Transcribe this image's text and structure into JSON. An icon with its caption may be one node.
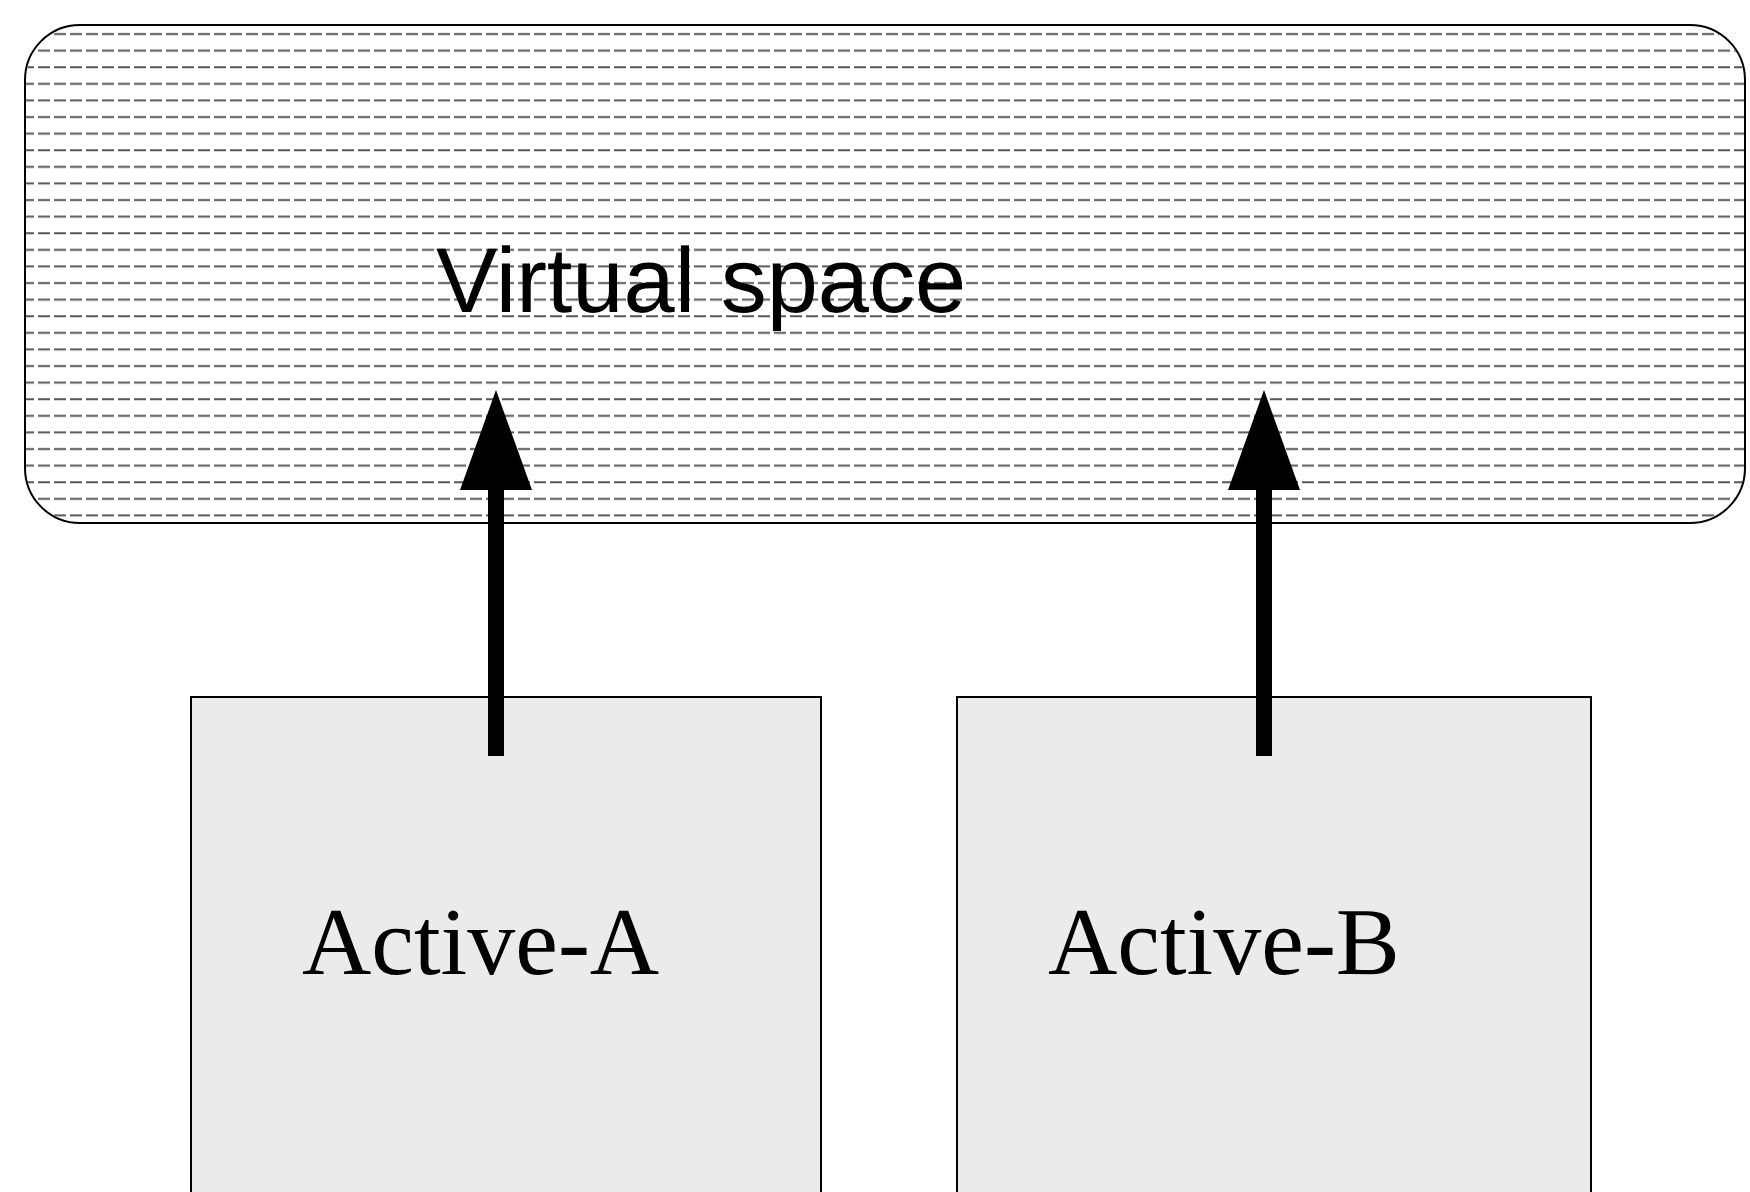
{
  "diagram": {
    "nodes": [
      {
        "text": [
          "Virtual space"
        ]
      },
      {
        "text": [
          "Active-A"
        ]
      },
      {
        "text": [
          "Active-B"
        ]
      }
    ],
    "edges": [
      {
        "from": 1,
        "to": 0,
        "arrow": "to"
      },
      {
        "from": 2,
        "to": 0,
        "arrow": "to"
      }
    ]
  }
}
